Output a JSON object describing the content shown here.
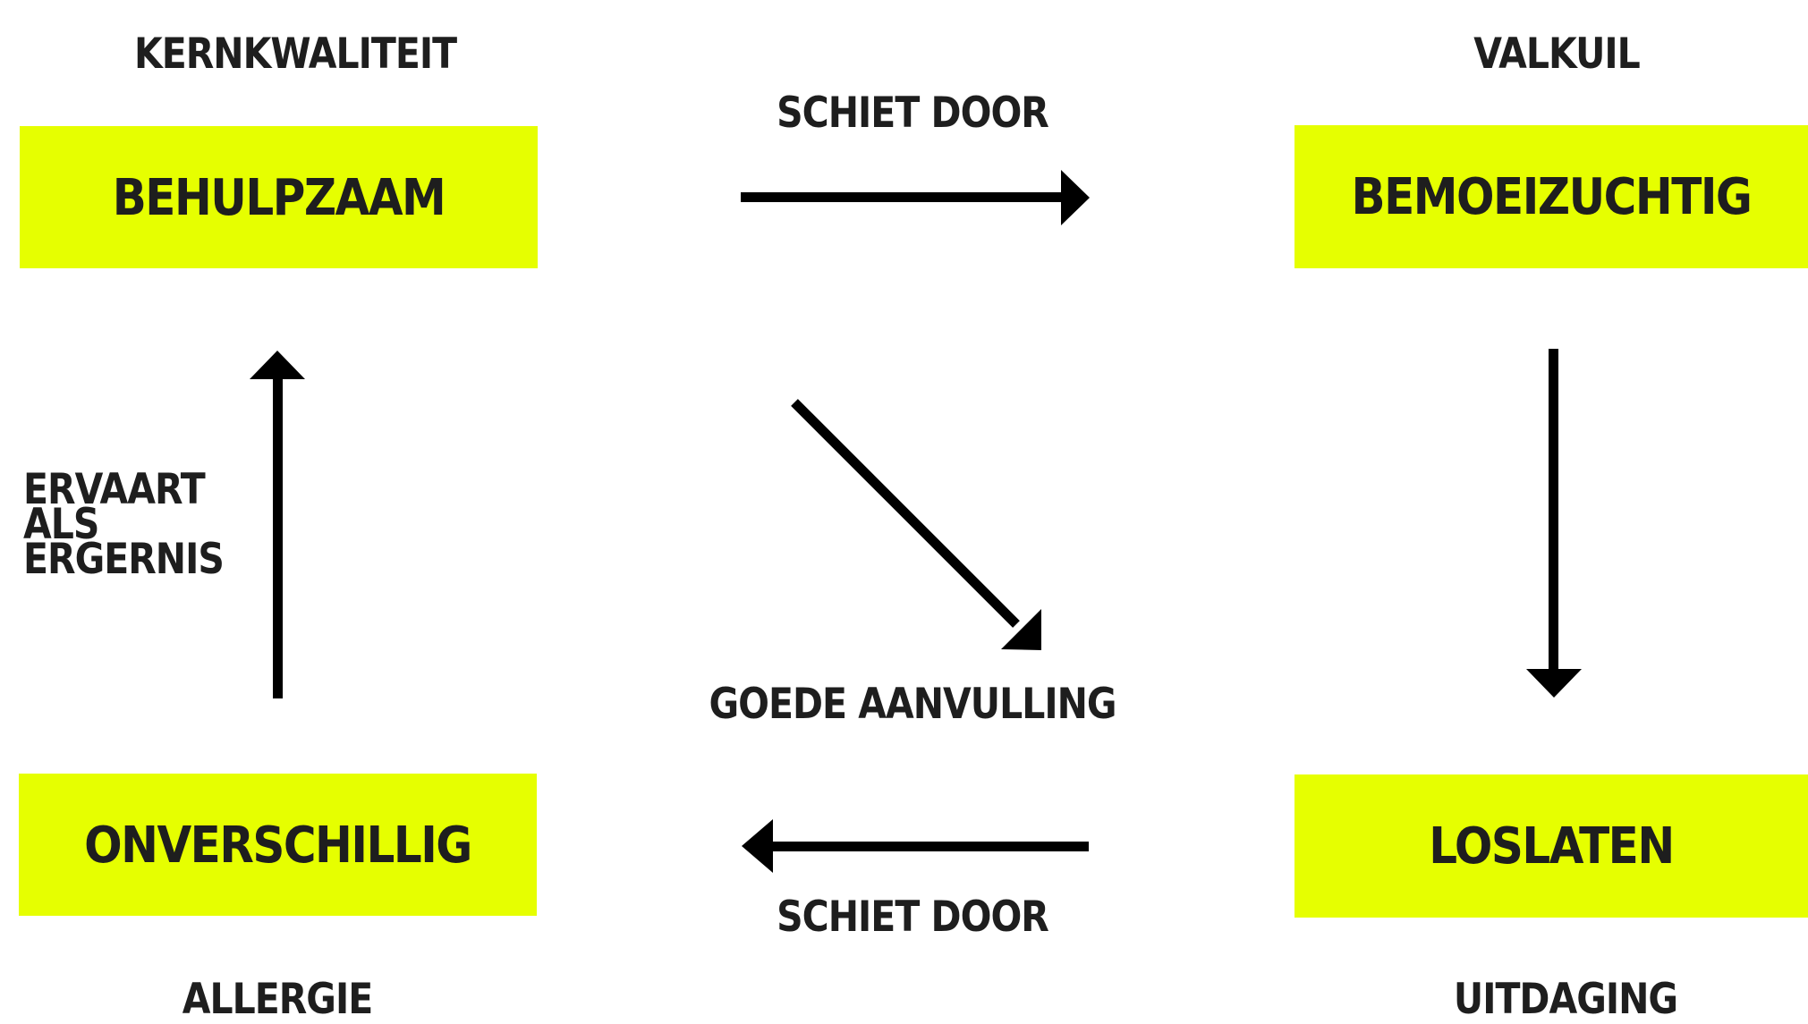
{
  "quadrant_labels": {
    "top_left": "KERNKWALITEIT",
    "top_right": "VALKUIL",
    "bottom_left": "ALLERGIE",
    "bottom_right": "UITDAGING"
  },
  "boxes": {
    "core_quality": "BEHULPZAAM",
    "pitfall": "BEMOEIZUCHTIG",
    "allergy": "ONVERSCHILLIG",
    "challenge": "LOSLATEN"
  },
  "arrows": {
    "top": "SCHIET DOOR",
    "bottom": "SCHIET DOOR",
    "diagonal": "GOEDE AANVULLING",
    "left_lines": [
      "ERVAART",
      "ALS",
      "ERGERNIS"
    ]
  },
  "colors": {
    "box_fill": "#e6ff00",
    "text": "#1e1e1e",
    "arrow": "#000000"
  }
}
